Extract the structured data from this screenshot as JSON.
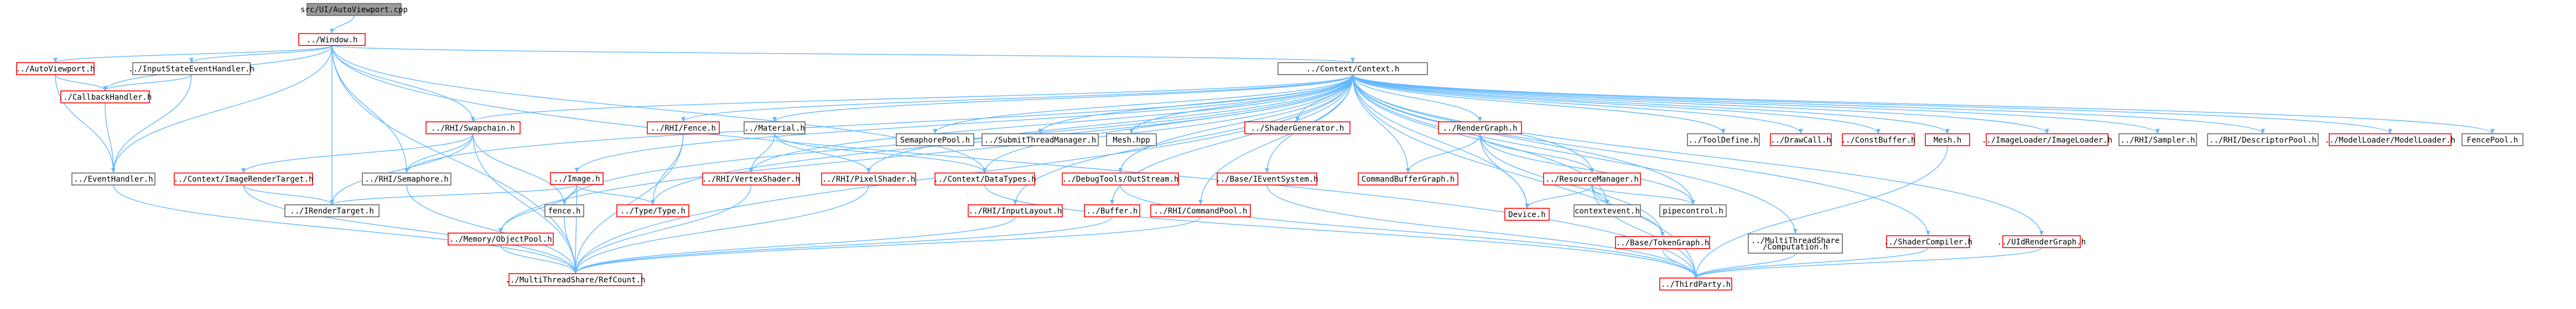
{
  "style": {
    "edge_color": "#63b8ff",
    "root_fill": "#999999",
    "root_border": "#666666",
    "normal_border": "#666666",
    "missing_border": "#ff0000",
    "text_color": "#000000"
  },
  "nodes": [
    {
      "id": "root",
      "label": "src/UI/AutoViewport.cpp",
      "kind": "root"
    },
    {
      "id": "window",
      "label": "../Window.h",
      "kind": "missing"
    },
    {
      "id": "autoviewport",
      "label": "../AutoViewport.h",
      "kind": "missing"
    },
    {
      "id": "inputstate",
      "label": "../InputStateEventHandler.h",
      "kind": "normal"
    },
    {
      "id": "context",
      "label": "../Context/Context.h",
      "kind": "normal"
    },
    {
      "id": "callbackhandler",
      "label": "../CallbackHandler.h",
      "kind": "missing"
    },
    {
      "id": "eventhandler",
      "label": "../EventHandler.h",
      "kind": "normal"
    },
    {
      "id": "rhi_swapchain",
      "label": "../RHI/Swapchain.h",
      "kind": "missing"
    },
    {
      "id": "ctx_imagerendertarget",
      "label": "../Context/ImageRenderTarget.h",
      "kind": "missing"
    },
    {
      "id": "rhi_semaphore",
      "label": "../RHI/Semaphore.h",
      "kind": "normal"
    },
    {
      "id": "irendertarget",
      "label": "../IRenderTarget.h",
      "kind": "normal"
    },
    {
      "id": "rhi_fence",
      "label": "../RHI/Fence.h",
      "kind": "missing"
    },
    {
      "id": "image",
      "label": "../Image.h",
      "kind": "missing"
    },
    {
      "id": "fence",
      "label": "fence.h",
      "kind": "normal"
    },
    {
      "id": "memobjpool",
      "label": "../Memory/ObjectPool.h",
      "kind": "missing"
    },
    {
      "id": "typeh",
      "label": "../Type/Type.h",
      "kind": "missing"
    },
    {
      "id": "refcount",
      "label": "../MultiThreadShare/RefCount.h",
      "kind": "missing"
    },
    {
      "id": "material",
      "label": "../Material.h",
      "kind": "normal"
    },
    {
      "id": "rhi_vertexshader",
      "label": "../RHI/VertexShader.h",
      "kind": "missing"
    },
    {
      "id": "rhi_pixelshader",
      "label": "../RHI/PixelShader.h",
      "kind": "missing"
    },
    {
      "id": "ctx_datatypes",
      "label": "../Context/DataTypes.h",
      "kind": "missing"
    },
    {
      "id": "rhi_inputlayout",
      "label": "../RHI/InputLayout.h",
      "kind": "missing"
    },
    {
      "id": "semaphorepool",
      "label": "SemaphorePool.h",
      "kind": "normal"
    },
    {
      "id": "submitthreadmgr",
      "label": "../SubmitThreadManager.h",
      "kind": "normal"
    },
    {
      "id": "meshhpp",
      "label": "Mesh.hpp",
      "kind": "normal"
    },
    {
      "id": "shadergenerator",
      "label": "../ShaderGenerator.h",
      "kind": "missing"
    },
    {
      "id": "rendergraph",
      "label": "../RenderGraph.h",
      "kind": "missing"
    },
    {
      "id": "buffer",
      "label": "../Buffer.h",
      "kind": "missing"
    },
    {
      "id": "rhi_commandpool",
      "label": "../RHI/CommandPool.h",
      "kind": "missing"
    },
    {
      "id": "debugtools",
      "label": "../DebugTools/OutStream.h",
      "kind": "missing"
    },
    {
      "id": "base_eventsystem",
      "label": "../Base/IEventSystem.h",
      "kind": "missing"
    },
    {
      "id": "commandbuffergraph",
      "label": "CommandBufferGraph.h",
      "kind": "missing"
    },
    {
      "id": "resourcemanager",
      "label": "../ResourceManager.h",
      "kind": "missing"
    },
    {
      "id": "device",
      "label": "Device.h",
      "kind": "missing"
    },
    {
      "id": "contextevent",
      "label": "contextevent.h",
      "kind": "normal"
    },
    {
      "id": "pipecontrol",
      "label": "pipecontrol.h",
      "kind": "normal"
    },
    {
      "id": "base_tokengraph",
      "label": "../Base/TokenGraph.h",
      "kind": "missing"
    },
    {
      "id": "toolsdefine",
      "label": "../ToolDefine.h",
      "kind": "normal"
    },
    {
      "id": "multithread_computation",
      "label": [
        "../MultiThreadShare",
        "/Computation.h"
      ],
      "kind": "normal"
    },
    {
      "id": "drawcall",
      "label": "../DrawCall.h",
      "kind": "missing"
    },
    {
      "id": "constbuffer",
      "label": "../ConstBuffer.h",
      "kind": "missing"
    },
    {
      "id": "shadercompiler",
      "label": "../ShaderCompiler.h",
      "kind": "missing"
    },
    {
      "id": "meshh",
      "label": "Mesh.h",
      "kind": "missing"
    },
    {
      "id": "uidrendergraph",
      "label": "../UIdRenderGraph.h",
      "kind": "missing"
    },
    {
      "id": "imageloader",
      "label": "../ImageLoader/ImageLoader.h",
      "kind": "missing"
    },
    {
      "id": "rhi_sampler",
      "label": "../RHI/Sampler.h",
      "kind": "normal"
    },
    {
      "id": "rhi_descriptorpool",
      "label": "../RHI/DescriptorPool.h",
      "kind": "normal"
    },
    {
      "id": "modelloader",
      "label": "../ModelLoader/ModelLoader.h",
      "kind": "missing"
    },
    {
      "id": "fencepool",
      "label": "FencePool.h",
      "kind": "normal"
    },
    {
      "id": "thirdparty",
      "label": "../ThirdParty.h",
      "kind": "missing"
    }
  ],
  "edges": [
    [
      "root",
      "window"
    ],
    [
      "window",
      "autoviewport"
    ],
    [
      "window",
      "inputstate"
    ],
    [
      "window",
      "context"
    ],
    [
      "window",
      "callbackhandler"
    ],
    [
      "window",
      "eventhandler"
    ],
    [
      "window",
      "rhi_swapchain"
    ],
    [
      "window",
      "rhi_semaphore"
    ],
    [
      "window",
      "irendertarget"
    ],
    [
      "window",
      "refcount"
    ],
    [
      "window",
      "ctx_datatypes"
    ],
    [
      "window",
      "thirdparty"
    ],
    [
      "autoviewport",
      "callbackhandler"
    ],
    [
      "autoviewport",
      "eventhandler"
    ],
    [
      "inputstate",
      "callbackhandler"
    ],
    [
      "inputstate",
      "eventhandler"
    ],
    [
      "callbackhandler",
      "eventhandler"
    ],
    [
      "eventhandler",
      "refcount"
    ],
    [
      "context",
      "rhi_swapchain"
    ],
    [
      "context",
      "rhi_semaphore"
    ],
    [
      "context",
      "rhi_fence"
    ],
    [
      "context",
      "image"
    ],
    [
      "context",
      "fence"
    ],
    [
      "context",
      "memobjpool"
    ],
    [
      "context",
      "typeh"
    ],
    [
      "context",
      "refcount"
    ],
    [
      "context",
      "material"
    ],
    [
      "context",
      "rhi_vertexshader"
    ],
    [
      "context",
      "rhi_pixelshader"
    ],
    [
      "context",
      "ctx_datatypes"
    ],
    [
      "context",
      "rhi_inputlayout"
    ],
    [
      "context",
      "semaphorepool"
    ],
    [
      "context",
      "submitthreadmgr"
    ],
    [
      "context",
      "meshhpp"
    ],
    [
      "context",
      "shadergenerator"
    ],
    [
      "context",
      "rendergraph"
    ],
    [
      "context",
      "buffer"
    ],
    [
      "context",
      "rhi_commandpool"
    ],
    [
      "context",
      "debugtools"
    ],
    [
      "context",
      "base_eventsystem"
    ],
    [
      "context",
      "commandbuffergraph"
    ],
    [
      "context",
      "resourcemanager"
    ],
    [
      "context",
      "device"
    ],
    [
      "context",
      "contextevent"
    ],
    [
      "context",
      "pipecontrol"
    ],
    [
      "context",
      "toolsdefine"
    ],
    [
      "context",
      "multithread_computation"
    ],
    [
      "context",
      "drawcall"
    ],
    [
      "context",
      "constbuffer"
    ],
    [
      "context",
      "shadercompiler"
    ],
    [
      "context",
      "meshh"
    ],
    [
      "context",
      "uidrendergraph"
    ],
    [
      "context",
      "imageloader"
    ],
    [
      "context",
      "rhi_sampler"
    ],
    [
      "context",
      "rhi_descriptorpool"
    ],
    [
      "context",
      "modelloader"
    ],
    [
      "context",
      "fencepool"
    ],
    [
      "context",
      "thirdparty"
    ],
    [
      "rhi_swapchain",
      "ctx_imagerendertarget"
    ],
    [
      "rhi_swapchain",
      "rhi_semaphore"
    ],
    [
      "rhi_swapchain",
      "irendertarget"
    ],
    [
      "rhi_swapchain",
      "refcount"
    ],
    [
      "rhi_swapchain",
      "fence"
    ],
    [
      "ctx_imagerendertarget",
      "irendertarget"
    ],
    [
      "ctx_imagerendertarget",
      "refcount"
    ],
    [
      "rhi_semaphore",
      "refcount"
    ],
    [
      "rhi_fence",
      "refcount"
    ],
    [
      "rhi_fence",
      "typeh"
    ],
    [
      "image",
      "irendertarget"
    ],
    [
      "image",
      "fence"
    ],
    [
      "image",
      "memobjpool"
    ],
    [
      "image",
      "typeh"
    ],
    [
      "image",
      "refcount"
    ],
    [
      "memobjpool",
      "refcount"
    ],
    [
      "fence",
      "refcount"
    ],
    [
      "material",
      "rhi_vertexshader"
    ],
    [
      "material",
      "rhi_pixelshader"
    ],
    [
      "material",
      "ctx_datatypes"
    ],
    [
      "rhi_vertexshader",
      "refcount"
    ],
    [
      "rhi_pixelshader",
      "refcount"
    ],
    [
      "rhi_inputlayout",
      "refcount"
    ],
    [
      "ctx_datatypes",
      "thirdparty"
    ],
    [
      "rendergraph",
      "commandbuffergraph"
    ],
    [
      "rendergraph",
      "resourcemanager"
    ],
    [
      "rendergraph",
      "device"
    ],
    [
      "rendergraph",
      "pipecontrol"
    ],
    [
      "rendergraph",
      "base_tokengraph"
    ],
    [
      "resourcemanager",
      "device"
    ],
    [
      "resourcemanager",
      "contextevent"
    ],
    [
      "resourcemanager",
      "pipecontrol"
    ],
    [
      "resourcemanager",
      "base_tokengraph"
    ],
    [
      "resourcemanager",
      "thirdparty"
    ],
    [
      "base_tokengraph",
      "thirdparty"
    ],
    [
      "base_eventsystem",
      "thirdparty"
    ],
    [
      "rhi_commandpool",
      "refcount"
    ],
    [
      "shadercompiler",
      "thirdparty"
    ],
    [
      "uidrendergraph",
      "thirdparty"
    ],
    [
      "meshh",
      "thirdparty"
    ],
    [
      "multithread_computation",
      "thirdparty"
    ],
    [
      "buffer",
      "refcount"
    ],
    [
      "debugtools",
      "thirdparty"
    ]
  ]
}
